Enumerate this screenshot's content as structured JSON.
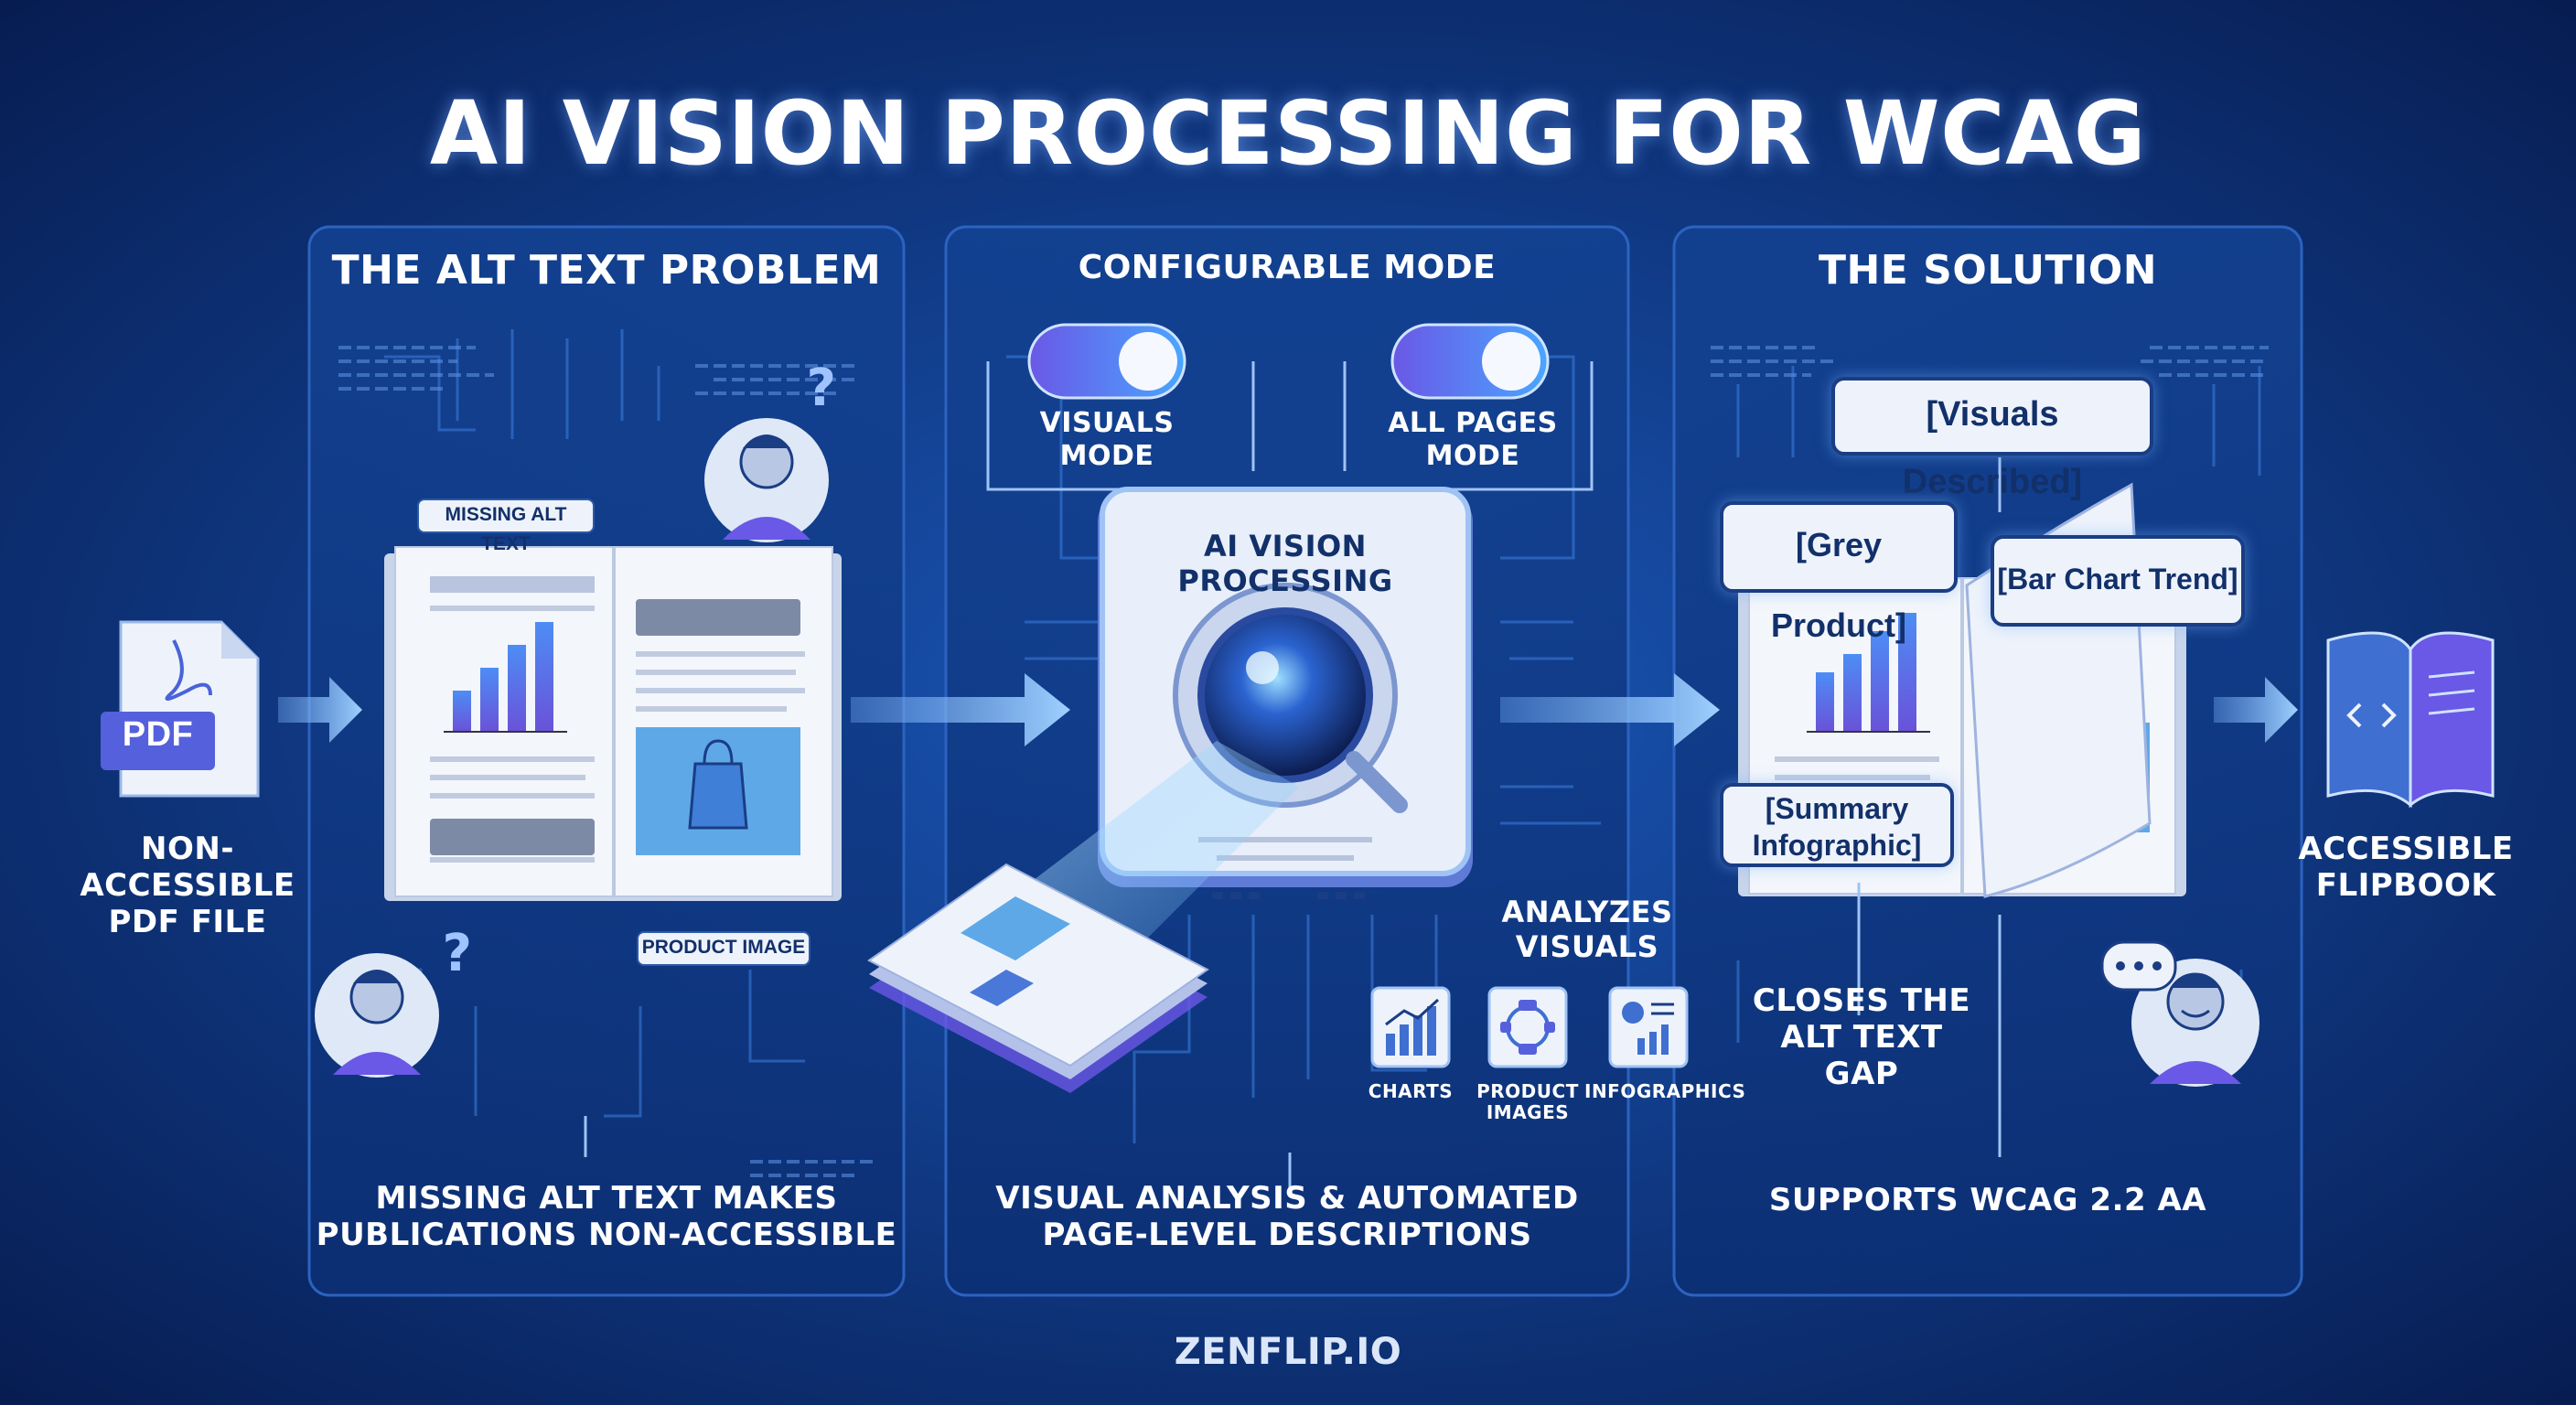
{
  "title": "AI VISION PROCESSING FOR WCAG",
  "left": {
    "file_label": "PDF",
    "file_caption": "NON-ACCESSIBLE\nPDF FILE"
  },
  "problem": {
    "heading": "THE ALT TEXT PROBLEM",
    "tag_missing": "MISSING ALT TEXT",
    "tag_product": "PRODUCT IMAGE",
    "question": "?",
    "caption": "MISSING ALT TEXT MAKES\nPUBLICATIONS NON-ACCESSIBLE"
  },
  "config": {
    "heading": "CONFIGURABLE MODE",
    "toggle_visuals": "VISUALS\nMODE",
    "toggle_all": "ALL PAGES\nMODE",
    "processor_label": "AI VISION PROCESSING",
    "analyzes": "ANALYZES\nVISUALS",
    "icons": [
      {
        "label": "CHARTS",
        "icon": "bar-chart-icon"
      },
      {
        "label": "PRODUCT\nIMAGES",
        "icon": "target-icon"
      },
      {
        "label": "INFOGRAPHICS",
        "icon": "infographic-icon"
      }
    ],
    "caption": "VISUAL ANALYSIS & AUTOMATED\nPAGE-LEVEL DESCRIPTIONS"
  },
  "solution": {
    "heading": "THE SOLUTION",
    "bubble_visuals": "[Visuals Described]",
    "bubble_grey": "[Grey Product]",
    "bubble_bar": "[Bar Chart Trend]",
    "bubble_summary": "[Summary\nInfographic]",
    "gap": "CLOSES THE\nALT TEXT GAP",
    "caption": "SUPPORTS WCAG 2.2 AA"
  },
  "right": {
    "caption": "ACCESSIBLE\nFLIPBOOK"
  },
  "footer": "ZENFLIP.IO",
  "colors": {
    "bg": "#0b2a6b",
    "panel": "#0f3a88",
    "accent": "#7a6cf0",
    "paper": "#e9eef8"
  }
}
